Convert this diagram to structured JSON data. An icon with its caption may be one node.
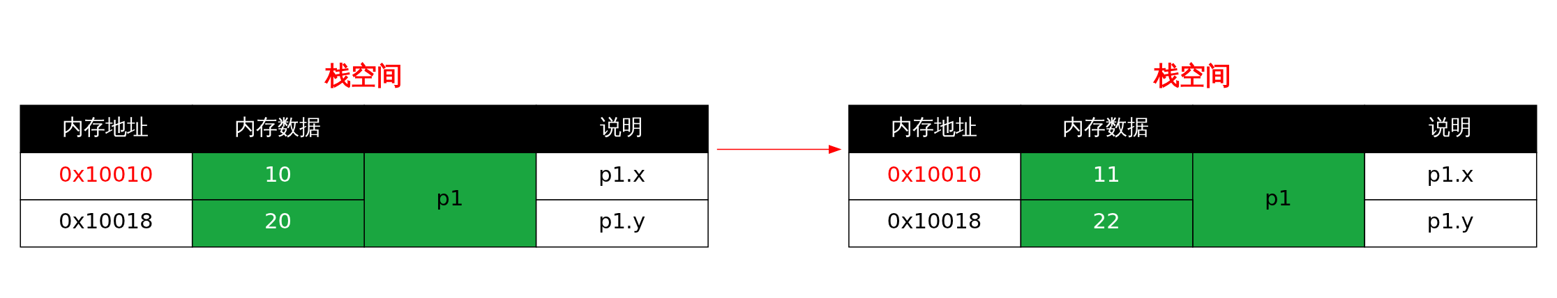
{
  "diagram": {
    "nodes": [
      {
        "text": [
          "栈空间",
          "内存地址",
          "内存数据",
          "说明",
          "0x10010",
          "10",
          "p1",
          "p1.x",
          "0x10018",
          "20",
          "p1.y"
        ]
      },
      {
        "text": [
          "栈空间",
          "内存地址",
          "内存数据",
          "说明",
          "0x10010",
          "11",
          "p1",
          "p1.x",
          "0x10018",
          "22",
          "p1.y"
        ]
      }
    ],
    "edges": [
      {
        "from": 0,
        "to": 1,
        "arrow": "to",
        "color": "#ff0000"
      }
    ]
  }
}
